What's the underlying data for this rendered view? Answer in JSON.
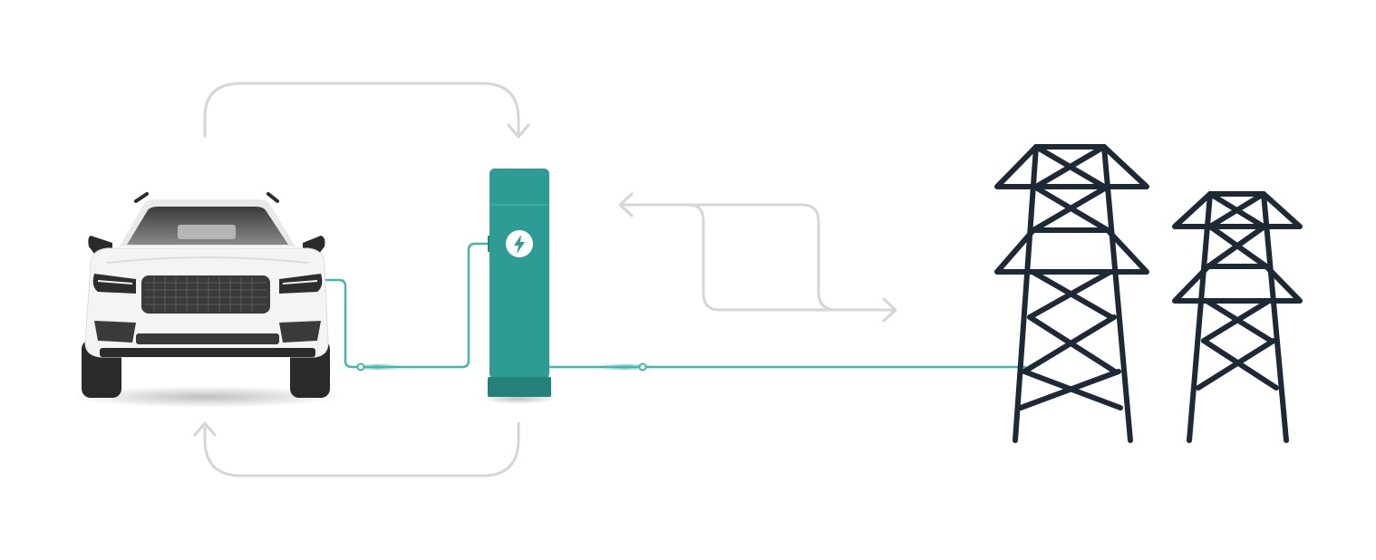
{
  "diagram": {
    "description_nodes": [
      {
        "id": "vehicle",
        "icon": "car-icon"
      },
      {
        "id": "charger",
        "icon": "charging-station-icon"
      },
      {
        "id": "grid",
        "icon": "power-pylon-icon"
      }
    ],
    "flows": [
      {
        "from": "vehicle",
        "to": "charger",
        "style": "curved-arrow",
        "direction": "top"
      },
      {
        "from": "charger",
        "to": "vehicle",
        "style": "curved-arrow",
        "direction": "bottom"
      },
      {
        "between": "charger-grid",
        "style": "bidirectional-arrows"
      }
    ],
    "colors": {
      "teal": "#2e9b94",
      "teal_dark": "#26807a",
      "cable": "#45b5ad",
      "arrow_gray": "#d3d3d3",
      "pylon": "#1d2935",
      "car_body": "#f2f2f2",
      "car_dark": "#2b2b2b"
    }
  }
}
